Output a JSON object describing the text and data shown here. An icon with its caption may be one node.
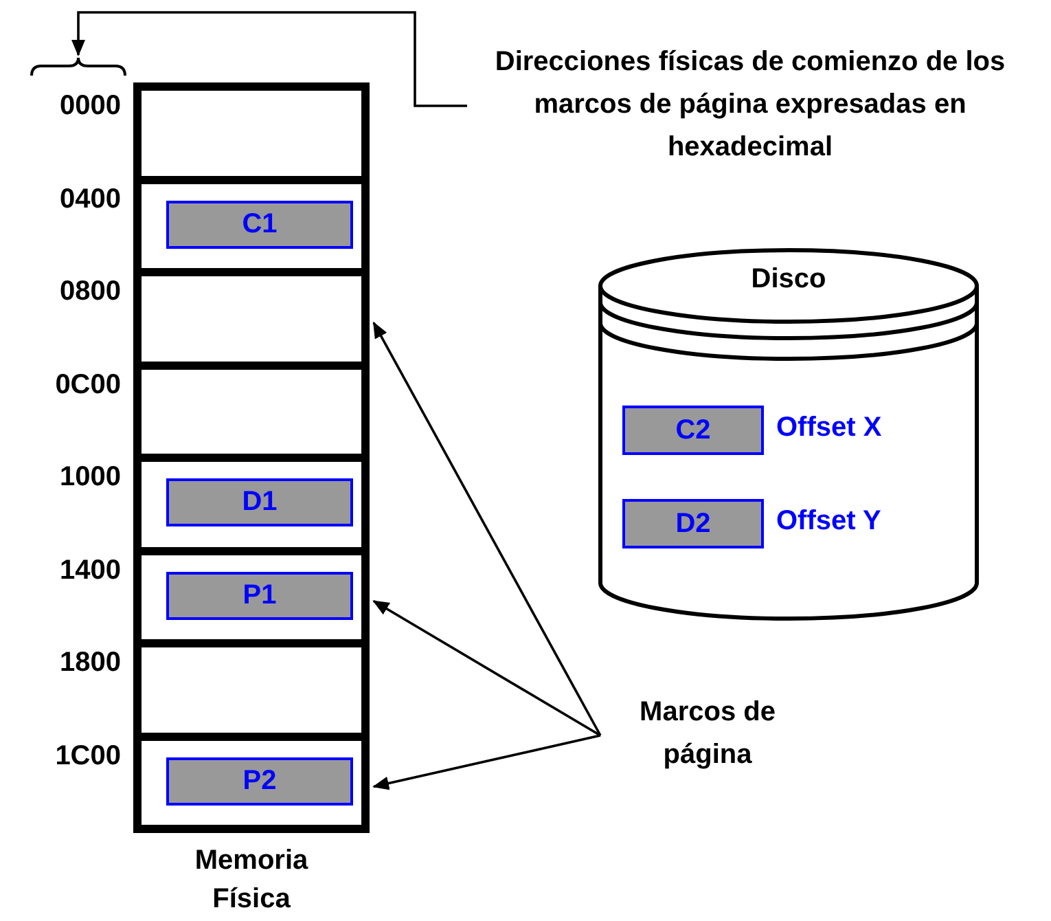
{
  "diagram": {
    "nodes": [
      {
        "text": [],
        "shape": "brace"
      },
      {
        "text": [
          "Direcciones físicas de comienzo de los marcos de página expresadas en hexadecimal"
        ]
      },
      {
        "text": [
          "Memoria Física"
        ]
      },
      {
        "text": [],
        "shape": "box",
        "in": 2,
        "beside": [
          "0000"
        ]
      },
      {
        "text": [],
        "shape": "box",
        "in": 2,
        "beside": [
          "0400"
        ]
      },
      {
        "text": [
          "C1"
        ],
        "in": 4
      },
      {
        "text": [],
        "shape": "box",
        "in": 2,
        "beside": [
          "0800"
        ]
      },
      {
        "text": [],
        "shape": "box",
        "in": 2,
        "beside": [
          "0C00"
        ]
      },
      {
        "text": [],
        "shape": "box",
        "in": 2,
        "beside": [
          "1000"
        ]
      },
      {
        "text": [
          "D1"
        ],
        "in": 8
      },
      {
        "text": [],
        "shape": "box",
        "in": 2,
        "beside": [
          "1400"
        ]
      },
      {
        "text": [
          "P1"
        ],
        "in": 10
      },
      {
        "text": [],
        "shape": "box",
        "in": 2,
        "beside": [
          "1800"
        ]
      },
      {
        "text": [],
        "shape": "box",
        "in": 2,
        "beside": [
          "1C00"
        ]
      },
      {
        "text": [
          "P2"
        ],
        "in": 13
      },
      {
        "text": [
          "Disco"
        ]
      },
      {
        "text": [
          "C2"
        ],
        "in": 15,
        "beside": [
          "Offset X"
        ]
      },
      {
        "text": [
          "D2"
        ],
        "in": 15,
        "beside": [
          "Offset Y"
        ]
      },
      {
        "text": [
          "Marcos de página"
        ]
      }
    ],
    "edges": [
      {
        "from": 1,
        "to": 0,
        "arrow": "to"
      },
      {
        "from": 18,
        "to": 6,
        "arrow": "to"
      },
      {
        "from": 18,
        "to": 10,
        "arrow": "to"
      },
      {
        "from": 18,
        "to": 13,
        "arrow": "to"
      }
    ]
  }
}
